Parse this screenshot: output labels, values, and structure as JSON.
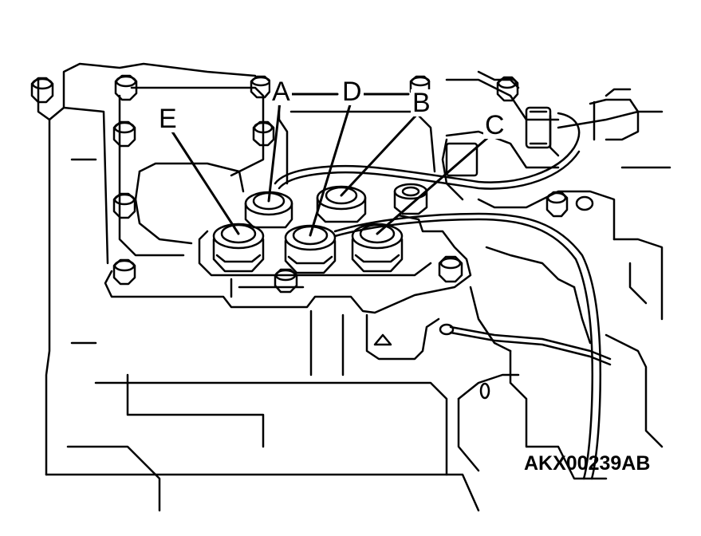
{
  "figure": {
    "callouts": {
      "a": "A",
      "b": "B",
      "c": "C",
      "d": "D",
      "e": "E"
    },
    "figure_code": "AKX00239AB"
  },
  "colors": {
    "line": "#000000",
    "background": "#ffffff"
  }
}
